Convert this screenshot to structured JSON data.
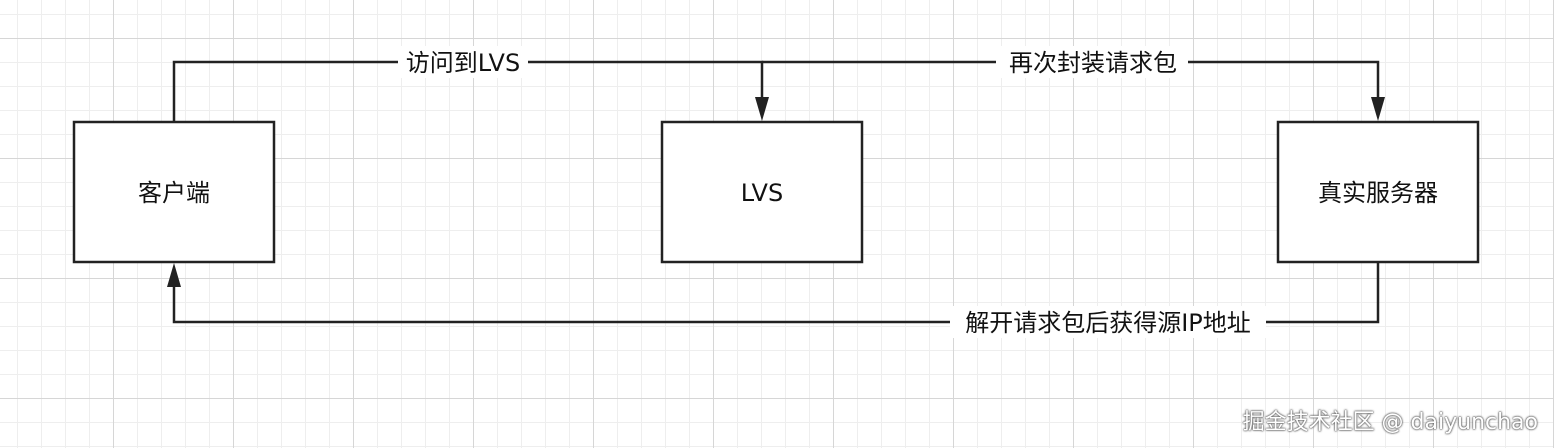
{
  "nodes": {
    "client": "客户端",
    "lvs": "LVS",
    "real_server": "真实服务器"
  },
  "edges": {
    "client_to_lvs": "访问到LVS",
    "lvs_to_real_server": "再次封装请求包",
    "real_server_to_client": "解开请求包后获得源IP地址"
  },
  "watermark": "掘金技术社区 @ daiyunchao",
  "colors": {
    "stroke": "#222222",
    "grid_major": "#d6d6d6",
    "grid_minor": "#eeeeee"
  }
}
